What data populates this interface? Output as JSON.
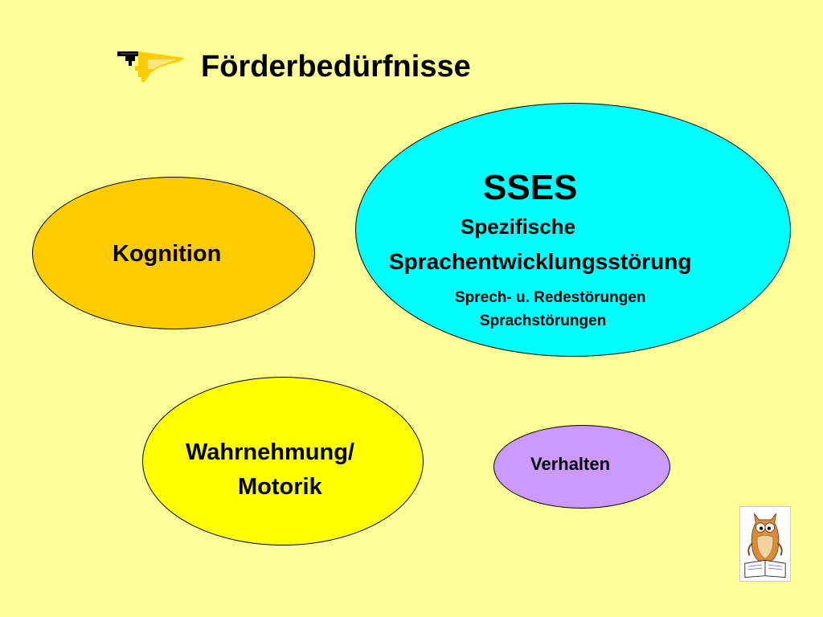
{
  "title": "Förderbedürfnisse",
  "colors": {
    "background": "#ffff99",
    "sses_fill": "#00ffff",
    "kognition_fill": "#ffcc00",
    "wahrnehmung_fill": "#ffff00",
    "verhalten_fill": "#cc99ff",
    "logo_dark": "#000000",
    "logo_accent": "#ffcc00"
  },
  "nodes": {
    "sses": {
      "heading": "SSES",
      "subtitle_line1": "Spezifische",
      "subtitle_line2": "Sprachentwicklungsstörung",
      "detail_line1": "Sprech- u. Redestörungen",
      "detail_line2": "Sprachstörungen"
    },
    "kognition": {
      "label": "Kognition"
    },
    "wahrnehmung": {
      "label_line1": "Wahrnehmung/",
      "label_line2": "Motorik"
    },
    "verhalten": {
      "label": "Verhalten"
    }
  },
  "icons": {
    "logo": "stepped-wedge-logo-icon",
    "owl": "owl-reading-book-icon"
  }
}
